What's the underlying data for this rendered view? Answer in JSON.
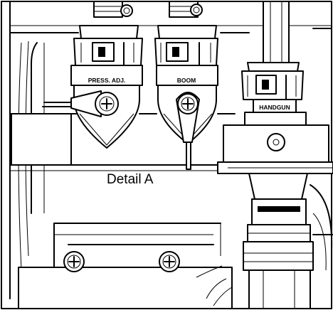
{
  "diagram": {
    "caption": "Detail A",
    "valves": [
      {
        "id": "press-adj",
        "label": "PRESS. ADJ."
      },
      {
        "id": "boom",
        "label": "BOOM"
      },
      {
        "id": "handgun",
        "label": "HANDGUN"
      }
    ]
  }
}
